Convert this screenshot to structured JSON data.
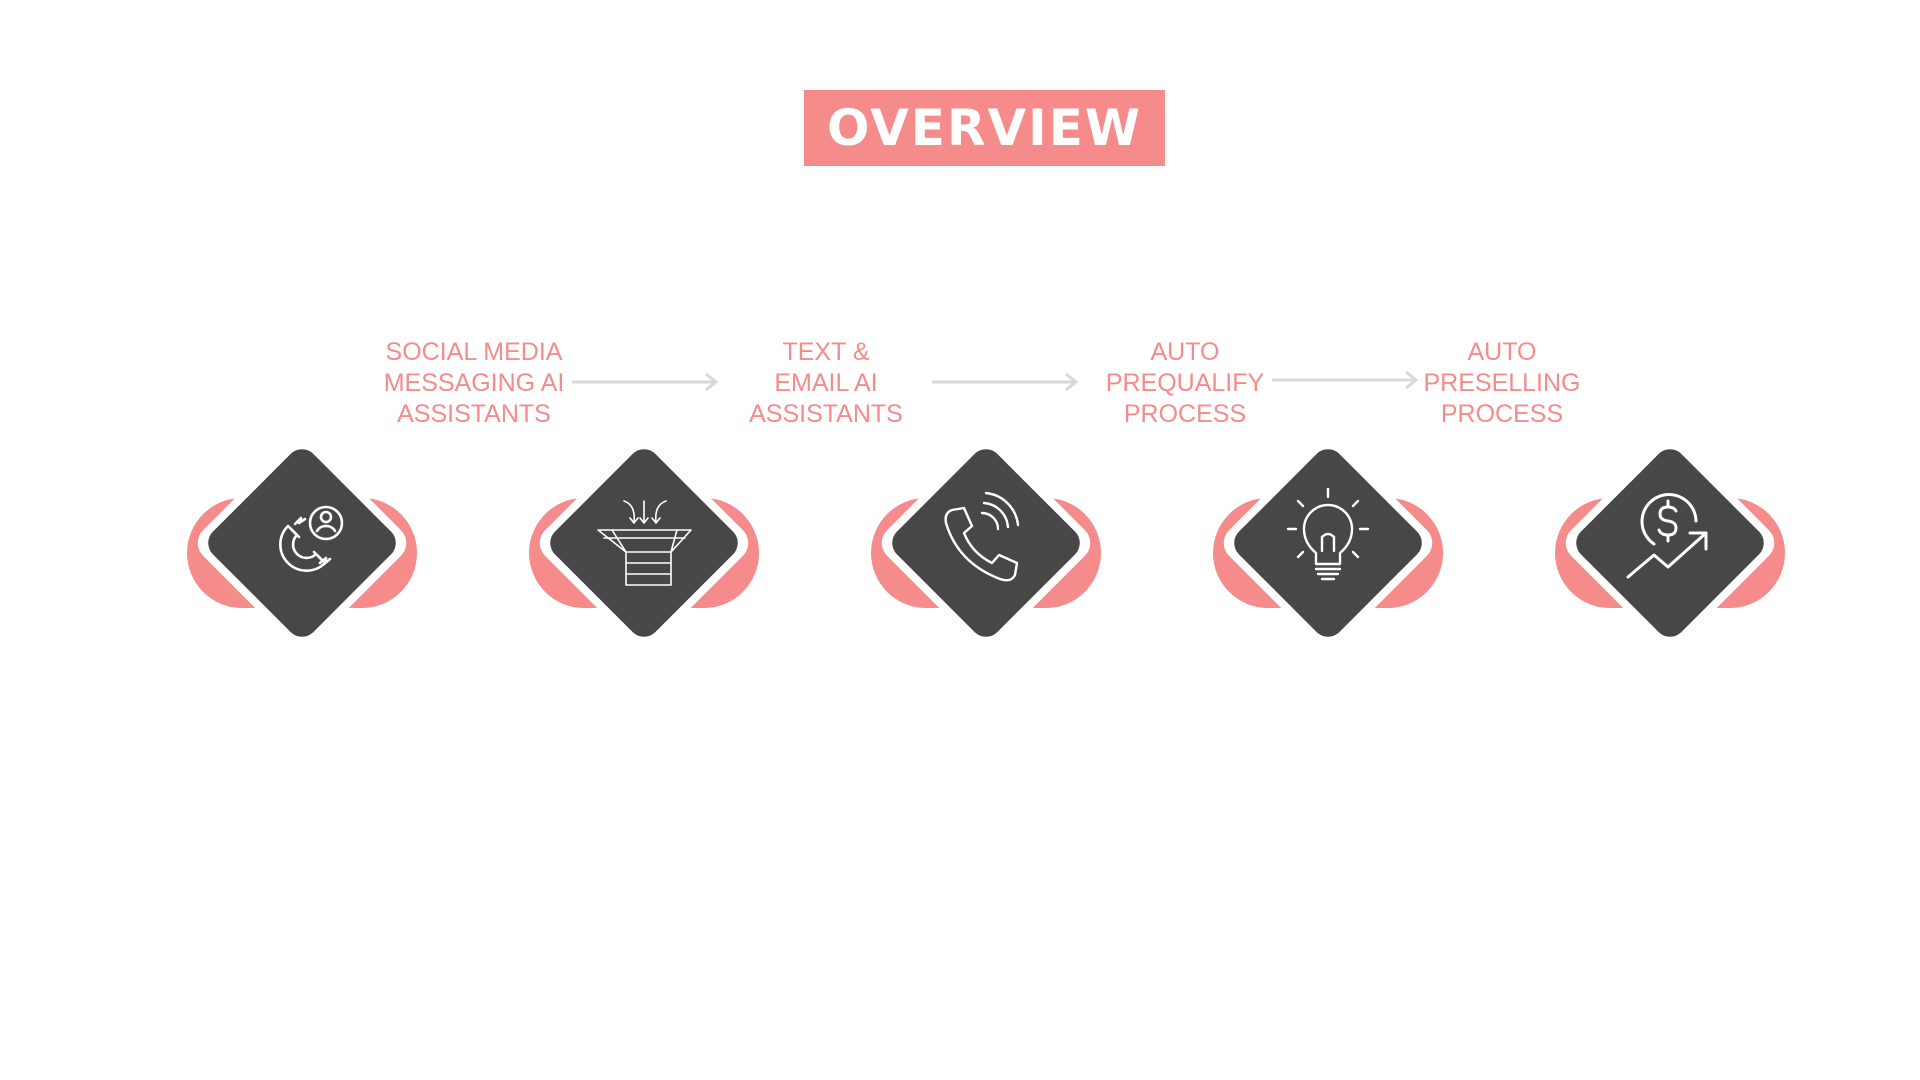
{
  "title": "OVERVIEW",
  "colors": {
    "accent": "#f58b8b",
    "diamond": "#474747",
    "outline_blue": "#9fd7f0",
    "outline_pink": "#f4a4bf",
    "arrow": "#d9d9d9",
    "icon": "#ffffff"
  },
  "steps": [
    {
      "icon": "magnet-person-icon"
    },
    {
      "icon": "funnel-icon"
    },
    {
      "icon": "phone-call-icon"
    },
    {
      "icon": "lightbulb-icon"
    },
    {
      "icon": "dollar-growth-icon"
    }
  ],
  "labels": [
    {
      "lines": [
        "SOCIAL MEDIA",
        "MESSAGING AI",
        "ASSISTANTS"
      ]
    },
    {
      "lines": [
        "TEXT &",
        "EMAIL AI",
        "ASSISTANTS"
      ]
    },
    {
      "lines": [
        "AUTO",
        "PREQUALIFY",
        "PROCESS"
      ]
    },
    {
      "lines": [
        "AUTO",
        "PRESELLING",
        "PROCESS"
      ]
    }
  ]
}
